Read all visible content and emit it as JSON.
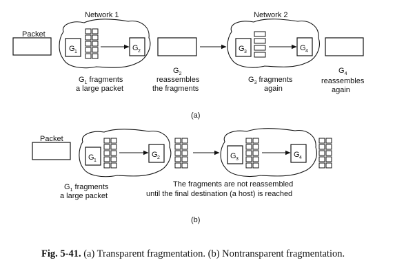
{
  "part_a": {
    "network1_label": "Network 1",
    "network2_label": "Network 2",
    "packet_label": "Packet",
    "router_g1": {
      "letter": "G",
      "sub": "1"
    },
    "router_g2": {
      "letter": "G",
      "sub": "2"
    },
    "router_g3": {
      "letter": "G",
      "sub": "3"
    },
    "router_g4": {
      "letter": "G",
      "sub": "4"
    },
    "desc_g1": {
      "prefix": "G",
      "sub": "1",
      "line1_rest": " fragments",
      "line2": "a large packet"
    },
    "desc_g2": {
      "prefix": "G",
      "sub": "2",
      "line2": "reassembles",
      "line3": "the fragments"
    },
    "desc_g3": {
      "prefix": "G",
      "sub": "3",
      "line1_rest": " fragments",
      "line2": "again"
    },
    "desc_g4": {
      "prefix": "G",
      "sub": "4",
      "line2": "reassembles",
      "line3": "again"
    },
    "sublabel": "(a)"
  },
  "part_b": {
    "packet_label": "Packet",
    "router_g1": {
      "letter": "G",
      "sub": "1"
    },
    "router_g2": {
      "letter": "G",
      "sub": "2"
    },
    "router_g3": {
      "letter": "G",
      "sub": "3"
    },
    "router_g4": {
      "letter": "G",
      "sub": "4"
    },
    "desc_g1": {
      "prefix": "G",
      "sub": "1",
      "line1_rest": " fragments",
      "line2": "a large packet"
    },
    "note_line1": "The fragments are not reassembled",
    "note_line2": "until the final destination (a host) is reached",
    "sublabel": "(b)"
  },
  "caption": {
    "figure_label": "Fig. 5-41.",
    "text": " (a) Transparent fragmentation. (b) Nontransparent fragmentation."
  }
}
